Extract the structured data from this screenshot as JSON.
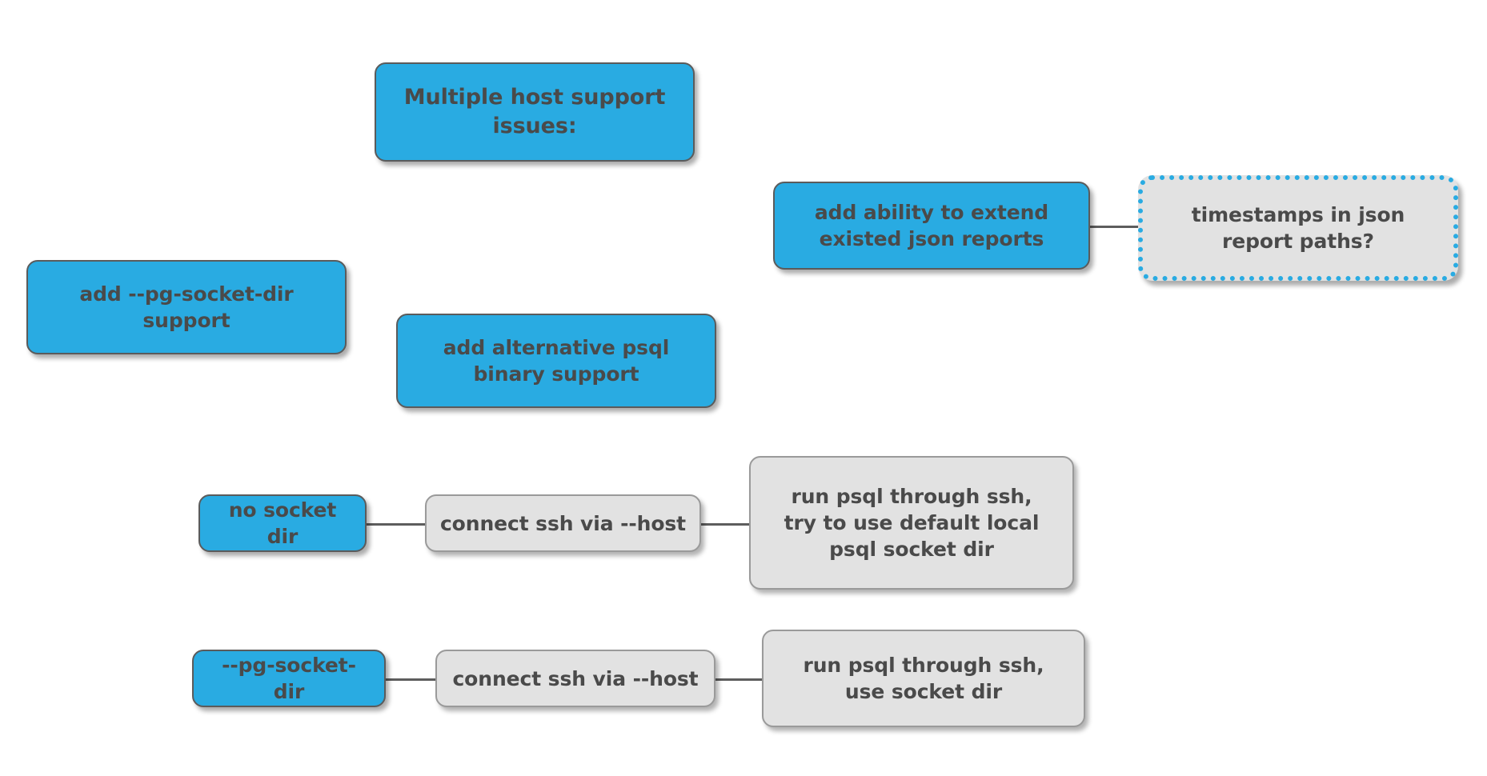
{
  "diagram": {
    "title": "Multiple host support issues:",
    "colors": {
      "node_blue": "#29ABE2",
      "node_grey": "#e2e2e2",
      "text": "#4a4a4a",
      "border_dark": "#5b5b5b",
      "border_light": "#9a9a9a",
      "connector": "#5d5d5d",
      "dotted_border": "#29ABE2",
      "background": "#ffffff"
    },
    "nodes": [
      {
        "id": "title",
        "label": "Multiple host support\nissues:",
        "style": "blue"
      },
      {
        "id": "extend-json",
        "label": "add ability to extend\nexisted json reports",
        "style": "blue"
      },
      {
        "id": "timestamps",
        "label": "timestamps in json\nreport paths?",
        "style": "dotted"
      },
      {
        "id": "pg-socket-dir-support",
        "label": "add --pg-socket-dir\nsupport",
        "style": "blue"
      },
      {
        "id": "alt-psql",
        "label": "add alternative psql\nbinary support",
        "style": "blue"
      },
      {
        "id": "no-socket-dir",
        "label": "no socket dir",
        "style": "blue"
      },
      {
        "id": "connect-ssh-1",
        "label": "connect ssh via --host",
        "style": "grey"
      },
      {
        "id": "run-psql-default",
        "label": "run psql through ssh,\ntry to use default local\npsql socket dir",
        "style": "grey"
      },
      {
        "id": "pg-socket-dir",
        "label": "--pg-socket-dir",
        "style": "blue"
      },
      {
        "id": "connect-ssh-2",
        "label": "connect ssh via --host",
        "style": "grey"
      },
      {
        "id": "run-psql-socket",
        "label": "run psql through ssh,\nuse socket dir",
        "style": "grey"
      }
    ],
    "edges": [
      {
        "from": "extend-json",
        "to": "timestamps"
      },
      {
        "from": "no-socket-dir",
        "to": "connect-ssh-1"
      },
      {
        "from": "connect-ssh-1",
        "to": "run-psql-default"
      },
      {
        "from": "pg-socket-dir",
        "to": "connect-ssh-2"
      },
      {
        "from": "connect-ssh-2",
        "to": "run-psql-socket"
      }
    ]
  }
}
